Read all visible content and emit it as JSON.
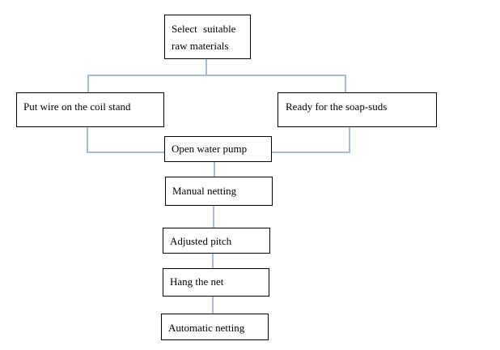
{
  "diagram": {
    "type": "flowchart",
    "colors": {
      "connector": "#a6bcd4",
      "box_border": "#000000",
      "text": "#000000",
      "background": "#ffffff"
    },
    "steps": {
      "select_line1": "Select   suitable",
      "select_line2": "raw materials",
      "put_wire": "Put wire on the coil stand",
      "ready_soap": "Ready for the soap-suds",
      "open_pump": "Open water pump",
      "manual_netting": "Manual netting",
      "adjusted_pitch": "Adjusted pitch",
      "hang_net": "Hang the net",
      "automatic_netting": "Automatic netting"
    },
    "edges": [
      {
        "from": "select_raw_materials",
        "to": "put_wire"
      },
      {
        "from": "select_raw_materials",
        "to": "ready_soap"
      },
      {
        "from": "put_wire",
        "to": "open_pump"
      },
      {
        "from": "ready_soap",
        "to": "open_pump"
      },
      {
        "from": "open_pump",
        "to": "manual_netting"
      },
      {
        "from": "manual_netting",
        "to": "adjusted_pitch"
      },
      {
        "from": "adjusted_pitch",
        "to": "hang_net"
      },
      {
        "from": "hang_net",
        "to": "automatic_netting"
      }
    ]
  }
}
